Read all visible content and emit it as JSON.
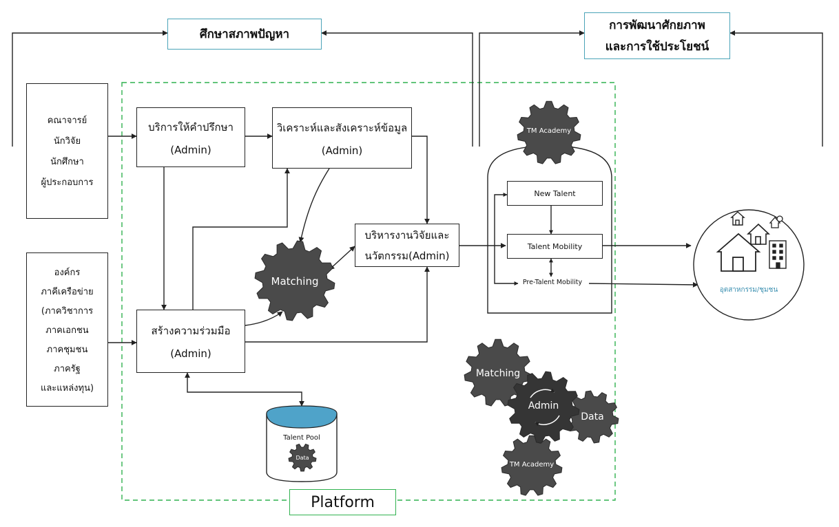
{
  "colors": {
    "line": "#222222",
    "gear_dark": "#4a4a4a",
    "gear_darker": "#353535",
    "teal": "#4aa3b8",
    "platform_border": "#2fb14e",
    "water": "#4fa3c9",
    "industry_text": "#3a8fb0"
  },
  "top": {
    "problem_study": "ศึกษาสภาพปัญหา",
    "development_line1": "การพัฒนาศักยภาพ",
    "development_line2": "และการใช้ประโยชน์"
  },
  "left": {
    "people": [
      "คณาจารย์",
      "นักวิจัย",
      "นักศึกษา",
      "ผู้ประกอบการ"
    ],
    "organizations": [
      "องค์กร",
      "ภาคีเครือข่าย",
      "(ภาควิชาการ",
      "ภาคเอกชน",
      "ภาคชุมชน",
      "ภาครัฐ",
      "และแหล่งทุน)"
    ]
  },
  "process": {
    "consult_title": "บริการให้คำปรึกษา",
    "consult_role": "(Admin)",
    "analyze_title": "วิเคราะห์และสังเคราะห์ข้อมูล",
    "analyze_role": "(Admin)",
    "manage_line1": "บริหารงานวิจัยและ",
    "manage_line2": "นวัตกรรม(Admin)",
    "collab_title": "สร้างความร่วมมือ",
    "collab_role": "(Admin)",
    "matching": "Matching"
  },
  "talent_pool": {
    "label": "Talent Pool",
    "gear": "Data"
  },
  "academy": {
    "gear": "TM Academy",
    "new_talent": "New Talent",
    "talent_mobility": "Talent Mobility",
    "pre_talent_mobility": "Pre-Talent Mobility"
  },
  "industry": {
    "label": "อุตสาหกรรม/ชุมชน"
  },
  "gear_cluster": {
    "matching": "Matching",
    "admin": "Admin",
    "data": "Data",
    "tm_academy": "TM Academy"
  },
  "platform_label": "Platform"
}
